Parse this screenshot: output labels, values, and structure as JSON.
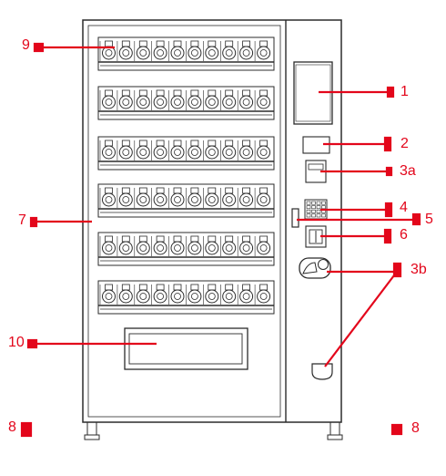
{
  "callouts": {
    "c1": "1",
    "c2": "2",
    "c3a": "3a",
    "c4": "4",
    "c5": "5",
    "c6": "6",
    "c3b": "3b",
    "c7": "7",
    "c8_left": "8",
    "c8_right": "8",
    "c9": "9",
    "c10": "10"
  },
  "colors": {
    "callout": "#e3061b",
    "outline": "#2b2b2b"
  }
}
